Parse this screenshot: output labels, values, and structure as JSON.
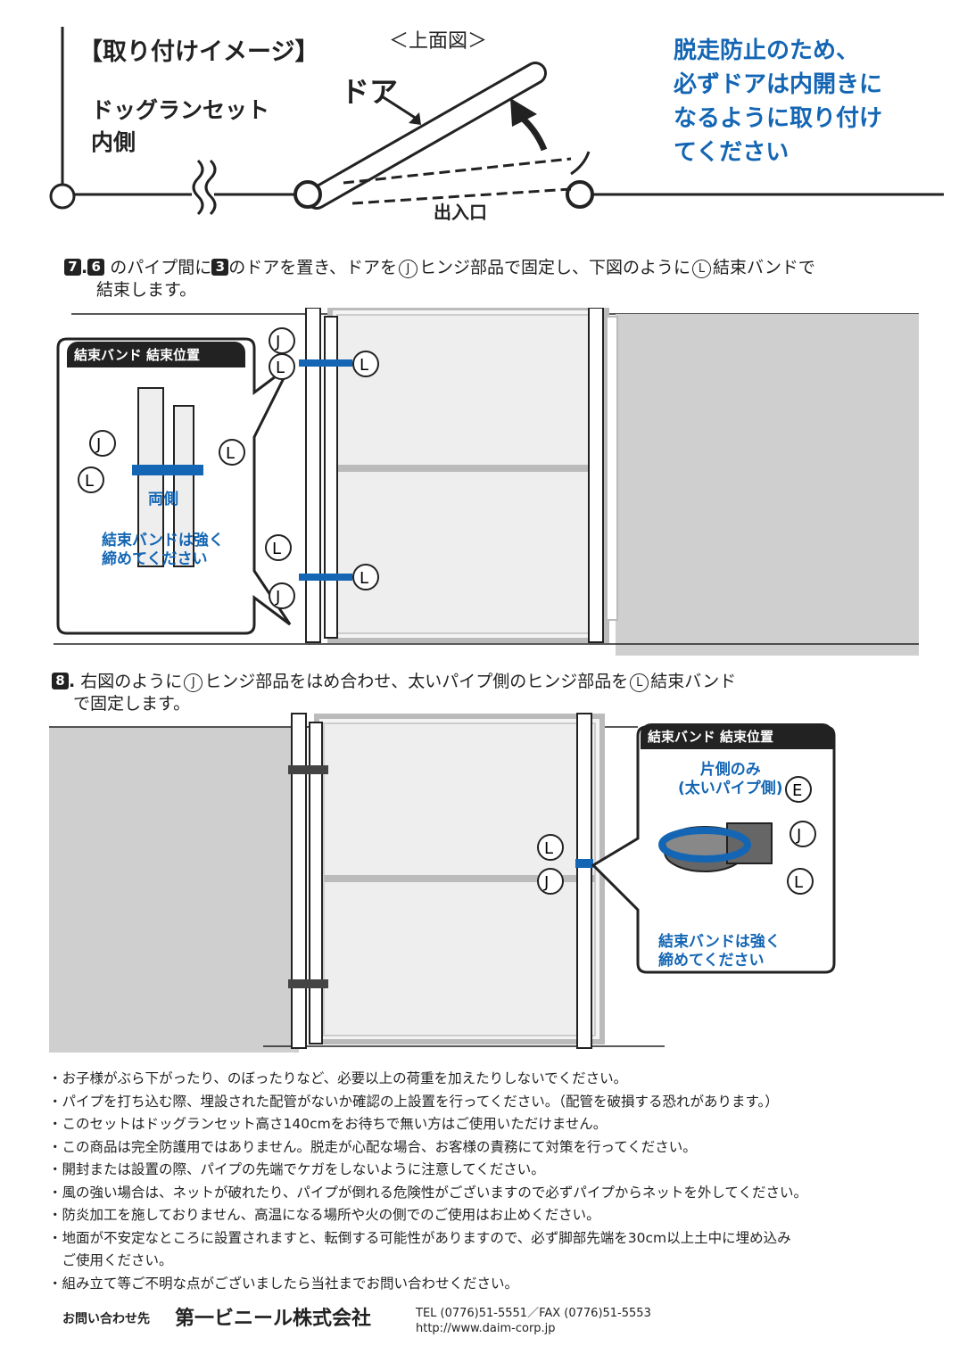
{
  "top": {
    "section_title": "【取り付けイメージ】",
    "view_label": "＜上面図＞",
    "inside_label_1": "ドッグランセット",
    "inside_label_2": "内側",
    "door_label": "ドア",
    "entrance_label": "出入口",
    "notice": [
      "脱走防止のため、",
      "必ずドアは内開きに",
      "なるように取り付け",
      "てください"
    ]
  },
  "step7": {
    "num_a": "7",
    "num_b": "6",
    "num_c": "3",
    "text_1": "のパイプ間に",
    "text_2": "のドアを置き、ドアを",
    "part_j": "J",
    "text_3": "ヒンジ部品で固定し、下図のように",
    "part_l": "L",
    "text_4": "結束バンドで",
    "line2": "結束します。",
    "callout_title": "結束バンド 結束位置",
    "both_sides": "両側",
    "tighten_1": "結束バンドは強く",
    "tighten_2": "締めてください"
  },
  "step8": {
    "num": "8",
    "text_1": "右図のように",
    "text_2": "ヒンジ部品をはめ合わせ、太いパイプ側のヒンジ部品を",
    "text_3": "結束バンド",
    "line2": "で固定します。",
    "callout_title": "結束バンド 結束位置",
    "one_side_1": "片側のみ",
    "one_side_2": "(太いパイプ側)",
    "tighten_1": "結束バンドは強く",
    "tighten_2": "締めてください",
    "part_e": "E"
  },
  "notes": [
    "・お子様がぶら下がったり、のぼったりなど、必要以上の荷重を加えたりしないでください。",
    "・パイプを打ち込む際、埋設された配管がないか確認の上設置を行ってください。（配管を破損する恐れがあります。）",
    "・このセットはドッグランセット高さ140cmをお待ちで無い方はご使用いただけません。",
    "・この商品は完全防護用ではありません。脱走が心配な場合、お客様の責務にて対策を行ってください。",
    "・開封または設置の際、パイプの先端でケガをしないように注意してください。",
    "・風の強い場合は、ネットが破れたり、パイプが倒れる危険性がございますので必ずパイプからネットを外してください。",
    "・防炎加工を施しておりません、高温になる場所や火の側でのご使用はお止めください。",
    "・地面が不安定なところに設置されますと、転倒する可能性がありますので、必ず脚部先端を30cm以上土中に埋め込み",
    "　ご使用ください。",
    "・組み立て等ご不明な点がございましたら当社までお問い合わせください。"
  ],
  "footer": {
    "contact_label": "お問い合わせ先",
    "company": "第一ビニール株式会社",
    "tel": "TEL (0776)51-5551／FAX (0776)51-5553",
    "url": "http://www.daim-corp.jp"
  },
  "colors": {
    "accent_blue": "#1466b4",
    "ground_gray": "#cfcfcf",
    "dark": "#222222"
  }
}
